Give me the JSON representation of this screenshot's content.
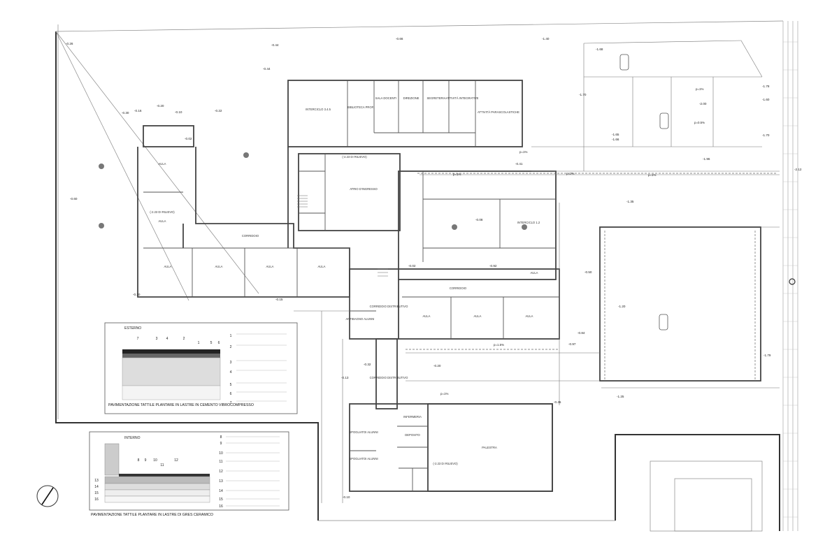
{
  "rooms": [
    {
      "id": "interciclo_top",
      "text": "INTERCICLO 3.4.5"
    },
    {
      "id": "biblioteca",
      "text": "BIBLIOTECA PROF."
    },
    {
      "id": "sala_docenti",
      "text": "SALA DOCENTI"
    },
    {
      "id": "segreteria",
      "text": "SEGRETERIA"
    },
    {
      "id": "direzione",
      "text": "DIREZIONE"
    },
    {
      "id": "attivita",
      "text": "ATTIVITÀ INTEGRATIVE"
    },
    {
      "id": "attivita2",
      "text": "ATTIVITÀ PARASCOLASTICHE"
    },
    {
      "id": "aula_w1",
      "text": "AULA"
    },
    {
      "id": "aula_w2",
      "text": "AULA"
    },
    {
      "id": "rilievo1",
      "text": "(-2.23 DI RILIEVO)"
    },
    {
      "id": "rilievo2",
      "text": "(-2.23 DI RILIEVO)"
    },
    {
      "id": "rilievo3",
      "text": "(-2.23 DI RILIEVO)"
    },
    {
      "id": "atrio",
      "text": "ATRIO D'INGRESSO"
    },
    {
      "id": "corridoio_w",
      "text": "CORRIDOIO"
    },
    {
      "id": "aula_s1",
      "text": "AULA"
    },
    {
      "id": "aula_s2",
      "text": "AULA"
    },
    {
      "id": "aula_s3",
      "text": "AULA"
    },
    {
      "id": "aula_s4",
      "text": "AULA"
    },
    {
      "id": "interciclo_e",
      "text": "INTERCICLO 1.2"
    },
    {
      "id": "aula_e",
      "text": "AULA"
    },
    {
      "id": "corridoio_e",
      "text": "CORRIDOIO"
    },
    {
      "id": "aula_e1",
      "text": "AULA"
    },
    {
      "id": "aula_e2",
      "text": "AULA"
    },
    {
      "id": "aula_e3",
      "text": "AULA"
    },
    {
      "id": "corridoio_distr",
      "text": "CORRIDOIO DISTRIBUTIVO"
    },
    {
      "id": "corridoio_distr2",
      "text": "CORRIDOIO DISTRIBUTIVO"
    },
    {
      "id": "palestra",
      "text": "PALESTRA"
    },
    {
      "id": "spogliatoi1",
      "text": "SPOGLIATOI ALUNNI"
    },
    {
      "id": "spogliatoi2",
      "text": "SPOGLIATOI ALUNNI"
    },
    {
      "id": "infermeria",
      "text": "INFERMERIA"
    },
    {
      "id": "deposito",
      "text": "DEPOSITO"
    },
    {
      "id": "antibagno",
      "text": "ANTIBAGNO ALUNNI"
    }
  ],
  "elevations": [
    {
      "id": "e1",
      "text": "-0.66"
    },
    {
      "id": "e2",
      "text": "-0.44"
    },
    {
      "id": "e3",
      "text": "-0.20"
    },
    {
      "id": "e4",
      "text": "-0.10"
    },
    {
      "id": "e5",
      "text": "-0.30"
    },
    {
      "id": "e6",
      "text": "-0.16"
    },
    {
      "id": "e7",
      "text": "-0.22"
    },
    {
      "id": "e8",
      "text": "-0.44"
    },
    {
      "id": "e9",
      "text": "-0.02"
    },
    {
      "id": "e10",
      "text": "-0.60"
    },
    {
      "id": "e11",
      "text": "-0.26"
    },
    {
      "id": "e12",
      "text": "-1.40"
    },
    {
      "id": "e13",
      "text": "-1.68"
    },
    {
      "id": "e14",
      "text": "-1.70"
    },
    {
      "id": "e15",
      "text": "-1.78"
    },
    {
      "id": "e16",
      "text": "-1.60"
    },
    {
      "id": "e17",
      "text": "-2.00"
    },
    {
      "id": "e18",
      "text": "-1.65"
    },
    {
      "id": "e19",
      "text": "-1.66"
    },
    {
      "id": "e20",
      "text": "-1.70"
    },
    {
      "id": "e21",
      "text": "-2.12"
    },
    {
      "id": "e22",
      "text": "-1.96"
    },
    {
      "id": "e23",
      "text": "-1.20"
    },
    {
      "id": "e24",
      "text": "-0.41"
    },
    {
      "id": "e25",
      "text": "-0.50"
    },
    {
      "id": "e26",
      "text": "-0.20"
    },
    {
      "id": "e27",
      "text": "-0.84"
    },
    {
      "id": "e28",
      "text": "-1.79"
    },
    {
      "id": "e29",
      "text": "-1.25"
    },
    {
      "id": "e30",
      "text": "-0.15"
    },
    {
      "id": "e31",
      "text": "-0.10"
    },
    {
      "id": "e32",
      "text": "-0.18"
    },
    {
      "id": "e33",
      "text": "-0.92"
    },
    {
      "id": "e34",
      "text": "-0.02"
    },
    {
      "id": "e35",
      "text": "-0.10"
    },
    {
      "id": "e36",
      "text": "-0.45"
    },
    {
      "id": "e37",
      "text": "-0.13"
    },
    {
      "id": "e38",
      "text": "-0.08"
    },
    {
      "id": "e39",
      "text": "-0.32"
    },
    {
      "id": "e40",
      "text": "-1.35"
    },
    {
      "id": "e41",
      "text": "-0.97"
    }
  ],
  "slopes": [
    {
      "id": "s1",
      "text": "p=1%"
    },
    {
      "id": "s2",
      "text": "p=1%"
    },
    {
      "id": "s3",
      "text": "p=1%"
    },
    {
      "id": "s4",
      "text": "p=1%"
    },
    {
      "id": "s5",
      "text": "p=1.5%"
    },
    {
      "id": "s6",
      "text": "p=1%"
    },
    {
      "id": "s7",
      "text": "p=2%"
    },
    {
      "id": "s8",
      "text": "p=0.5%"
    }
  ],
  "detail_esterno": {
    "section_label": "ESTERNO",
    "top_numbers": [
      "7",
      "3",
      "4",
      "2",
      "1",
      "5",
      "6"
    ],
    "caption": "PAVIMENTAZIONE TATTILE PLANTARE IN LASTRE IN CEMENTO VIBROCOMPRESSO",
    "legend_numbers": [
      "1",
      "2",
      "3",
      "4",
      "5",
      "6",
      "7"
    ]
  },
  "detail_interno": {
    "section_label": "INTERNO",
    "top_numbers": [
      "8",
      "9",
      "10",
      "11",
      "12"
    ],
    "side_numbers": [
      "13",
      "14",
      "15",
      "16"
    ],
    "caption": "PAVIMENTAZIONE TATTILE PLANTARE IN LASTRE DI GRES CERAMICO",
    "legend_numbers": [
      "8",
      "9",
      "10",
      "11",
      "12",
      "13",
      "14",
      "15",
      "16"
    ]
  }
}
